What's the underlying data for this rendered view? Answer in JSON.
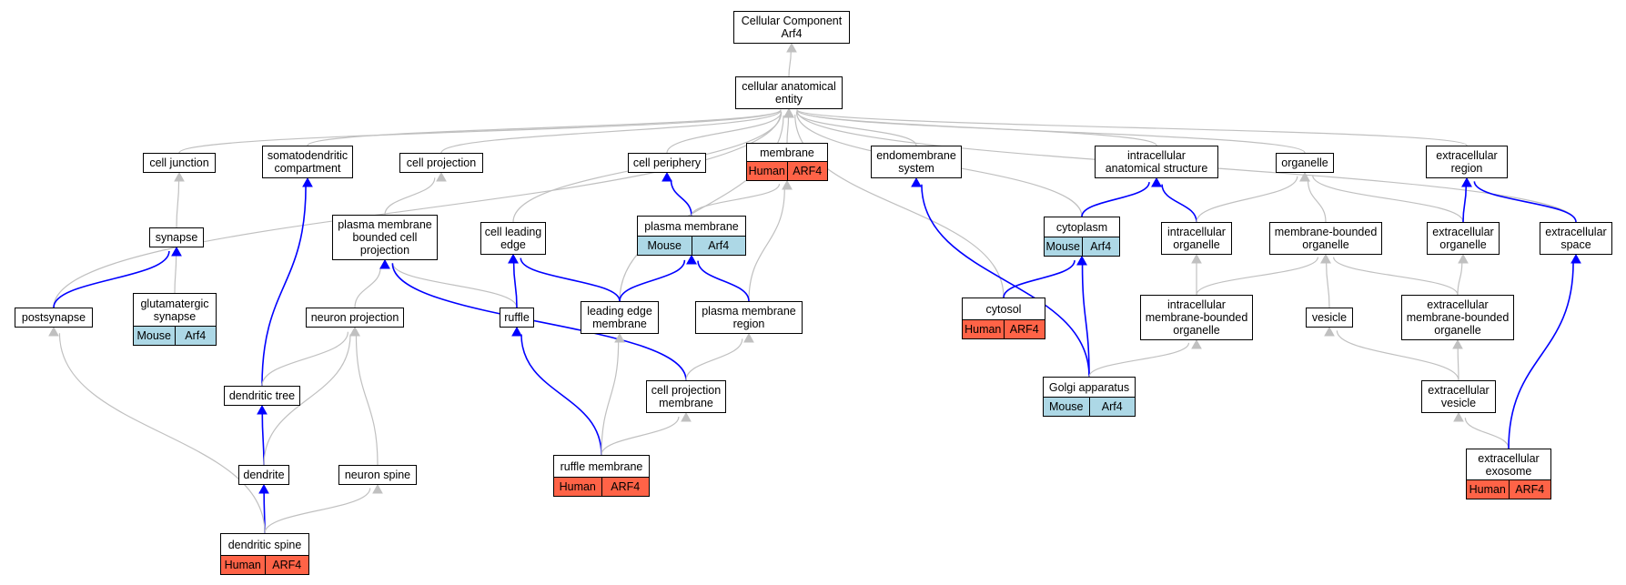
{
  "colors": {
    "human": "#FF6347",
    "mouse": "#ADD8E6",
    "edge_gray": "#C0C0C0",
    "edge_blue": "#0000FF"
  },
  "nodes": [
    {
      "id": "root",
      "label": "Cellular Component\nArf4"
    },
    {
      "id": "cae",
      "label": "cellular anatomical\nentity"
    },
    {
      "id": "cell_junction",
      "label": "cell junction"
    },
    {
      "id": "somatodendritic",
      "label": "somatodendritic\ncompartment"
    },
    {
      "id": "cell_projection",
      "label": "cell projection"
    },
    {
      "id": "cell_periphery",
      "label": "cell periphery"
    },
    {
      "id": "membrane",
      "label": "membrane",
      "badges": [
        {
          "species": "human",
          "text": "Human"
        },
        {
          "species": "human",
          "text": "ARF4"
        }
      ]
    },
    {
      "id": "endomembrane",
      "label": "endomembrane\nsystem"
    },
    {
      "id": "intracellular_struct",
      "label": "intracellular\nanatomical structure"
    },
    {
      "id": "organelle",
      "label": "organelle"
    },
    {
      "id": "extracellular_region",
      "label": "extracellular\nregion"
    },
    {
      "id": "synapse",
      "label": "synapse"
    },
    {
      "id": "pmbcp",
      "label": "plasma membrane\nbounded cell\nprojection"
    },
    {
      "id": "leading_edge",
      "label": "cell leading\nedge"
    },
    {
      "id": "plasma_membrane",
      "label": "plasma membrane",
      "badges": [
        {
          "species": "mouse",
          "text": "Mouse"
        },
        {
          "species": "mouse",
          "text": "Arf4"
        }
      ]
    },
    {
      "id": "cytoplasm",
      "label": "cytoplasm",
      "badges": [
        {
          "species": "mouse",
          "text": "Mouse"
        },
        {
          "species": "mouse",
          "text": "Arf4"
        }
      ]
    },
    {
      "id": "intracellular_organelle",
      "label": "intracellular\norganelle"
    },
    {
      "id": "mb_organelle",
      "label": "membrane-bounded\norganelle"
    },
    {
      "id": "ec_organelle",
      "label": "extracellular\norganelle"
    },
    {
      "id": "ec_space",
      "label": "extracellular\nspace"
    },
    {
      "id": "postsynapse",
      "label": "postsynapse"
    },
    {
      "id": "glut_synapse",
      "label": "glutamatergic\nsynapse",
      "badges": [
        {
          "species": "mouse",
          "text": "Mouse"
        },
        {
          "species": "mouse",
          "text": "Arf4"
        }
      ]
    },
    {
      "id": "neuron_projection",
      "label": "neuron projection"
    },
    {
      "id": "ruffle",
      "label": "ruffle"
    },
    {
      "id": "le_membrane",
      "label": "leading edge\nmembrane"
    },
    {
      "id": "pm_region",
      "label": "plasma membrane\nregion"
    },
    {
      "id": "cytosol",
      "label": "cytosol",
      "badges": [
        {
          "species": "human",
          "text": "Human"
        },
        {
          "species": "human",
          "text": "ARF4"
        }
      ]
    },
    {
      "id": "ic_mb_organelle",
      "label": "intracellular\nmembrane-bounded\norganelle"
    },
    {
      "id": "vesicle",
      "label": "vesicle"
    },
    {
      "id": "ec_mb_organelle",
      "label": "extracellular\nmembrane-bounded\norganelle"
    },
    {
      "id": "dendritic_tree",
      "label": "dendritic tree"
    },
    {
      "id": "cp_membrane",
      "label": "cell projection\nmembrane"
    },
    {
      "id": "golgi",
      "label": "Golgi apparatus",
      "badges": [
        {
          "species": "mouse",
          "text": "Mouse"
        },
        {
          "species": "mouse",
          "text": "Arf4"
        }
      ]
    },
    {
      "id": "ec_vesicle",
      "label": "extracellular\nvesicle"
    },
    {
      "id": "dendrite",
      "label": "dendrite"
    },
    {
      "id": "neuron_spine",
      "label": "neuron spine"
    },
    {
      "id": "ruffle_membrane",
      "label": "ruffle membrane",
      "badges": [
        {
          "species": "human",
          "text": "Human"
        },
        {
          "species": "human",
          "text": "ARF4"
        }
      ]
    },
    {
      "id": "ec_exosome",
      "label": "extracellular\nexosome",
      "badges": [
        {
          "species": "human",
          "text": "Human"
        },
        {
          "species": "human",
          "text": "ARF4"
        }
      ]
    },
    {
      "id": "dendritic_spine",
      "label": "dendritic spine",
      "badges": [
        {
          "species": "human",
          "text": "Human"
        },
        {
          "species": "human",
          "text": "ARF4"
        }
      ]
    }
  ],
  "edges": [
    {
      "from": "cae",
      "to": "root",
      "color": "gray"
    },
    {
      "from": "cell_junction",
      "to": "cae",
      "color": "gray"
    },
    {
      "from": "somatodendritic",
      "to": "cae",
      "color": "gray"
    },
    {
      "from": "cell_projection",
      "to": "cae",
      "color": "gray"
    },
    {
      "from": "cell_periphery",
      "to": "cae",
      "color": "gray"
    },
    {
      "from": "membrane",
      "to": "cae",
      "color": "gray"
    },
    {
      "from": "endomembrane",
      "to": "cae",
      "color": "gray"
    },
    {
      "from": "intracellular_struct",
      "to": "cae",
      "color": "gray"
    },
    {
      "from": "organelle",
      "to": "cae",
      "color": "gray"
    },
    {
      "from": "extracellular_region",
      "to": "cae",
      "color": "gray"
    },
    {
      "from": "postsynapse",
      "to": "cae",
      "color": "gray"
    },
    {
      "from": "leading_edge",
      "to": "cae",
      "color": "gray"
    },
    {
      "from": "le_membrane",
      "to": "cae",
      "color": "gray"
    },
    {
      "from": "cytosol",
      "to": "cae",
      "color": "gray"
    },
    {
      "from": "cytoplasm",
      "to": "cae",
      "color": "gray"
    },
    {
      "from": "ec_space",
      "to": "cae",
      "color": "gray"
    },
    {
      "from": "synapse",
      "to": "cell_junction",
      "color": "gray"
    },
    {
      "from": "glut_synapse",
      "to": "synapse",
      "color": "gray"
    },
    {
      "from": "postsynapse",
      "to": "synapse",
      "color": "blue"
    },
    {
      "from": "pmbcp",
      "to": "cell_projection",
      "color": "gray"
    },
    {
      "from": "plasma_membrane",
      "to": "cell_periphery",
      "color": "blue"
    },
    {
      "from": "plasma_membrane",
      "to": "membrane",
      "color": "gray"
    },
    {
      "from": "pm_region",
      "to": "membrane",
      "color": "gray"
    },
    {
      "from": "cytoplasm",
      "to": "intracellular_struct",
      "color": "blue"
    },
    {
      "from": "intracellular_organelle",
      "to": "intracellular_struct",
      "color": "blue"
    },
    {
      "from": "intracellular_organelle",
      "to": "organelle",
      "color": "gray"
    },
    {
      "from": "mb_organelle",
      "to": "organelle",
      "color": "gray"
    },
    {
      "from": "ec_organelle",
      "to": "organelle",
      "color": "gray"
    },
    {
      "from": "ec_organelle",
      "to": "extracellular_region",
      "color": "blue"
    },
    {
      "from": "ec_space",
      "to": "extracellular_region",
      "color": "blue"
    },
    {
      "from": "neuron_projection",
      "to": "pmbcp",
      "color": "gray"
    },
    {
      "from": "ruffle",
      "to": "pmbcp",
      "color": "gray"
    },
    {
      "from": "cp_membrane",
      "to": "pmbcp",
      "color": "blue"
    },
    {
      "from": "ruffle",
      "to": "leading_edge",
      "color": "blue"
    },
    {
      "from": "le_membrane",
      "to": "leading_edge",
      "color": "blue"
    },
    {
      "from": "le_membrane",
      "to": "plasma_membrane",
      "color": "blue"
    },
    {
      "from": "pm_region",
      "to": "plasma_membrane",
      "color": "blue"
    },
    {
      "from": "cytosol",
      "to": "cytoplasm",
      "color": "blue"
    },
    {
      "from": "golgi",
      "to": "cytoplasm",
      "color": "blue"
    },
    {
      "from": "golgi",
      "to": "endomembrane",
      "color": "blue"
    },
    {
      "from": "golgi",
      "to": "ic_mb_organelle",
      "color": "gray"
    },
    {
      "from": "ic_mb_organelle",
      "to": "intracellular_organelle",
      "color": "gray"
    },
    {
      "from": "ic_mb_organelle",
      "to": "mb_organelle",
      "color": "gray"
    },
    {
      "from": "vesicle",
      "to": "mb_organelle",
      "color": "gray"
    },
    {
      "from": "ec_mb_organelle",
      "to": "mb_organelle",
      "color": "gray"
    },
    {
      "from": "ec_mb_organelle",
      "to": "ec_organelle",
      "color": "gray"
    },
    {
      "from": "ec_vesicle",
      "to": "vesicle",
      "color": "gray"
    },
    {
      "from": "ec_vesicle",
      "to": "ec_mb_organelle",
      "color": "gray"
    },
    {
      "from": "ec_exosome",
      "to": "ec_vesicle",
      "color": "gray"
    },
    {
      "from": "ec_exosome",
      "to": "ec_space",
      "color": "blue"
    },
    {
      "from": "dendritic_tree",
      "to": "somatodendritic",
      "color": "blue"
    },
    {
      "from": "dendritic_tree",
      "to": "neuron_projection",
      "color": "gray"
    },
    {
      "from": "dendrite",
      "to": "dendritic_tree",
      "color": "blue"
    },
    {
      "from": "dendrite",
      "to": "neuron_projection",
      "color": "gray"
    },
    {
      "from": "neuron_spine",
      "to": "neuron_projection",
      "color": "gray"
    },
    {
      "from": "dendritic_spine",
      "to": "dendrite",
      "color": "blue"
    },
    {
      "from": "dendritic_spine",
      "to": "neuron_spine",
      "color": "gray"
    },
    {
      "from": "dendritic_spine",
      "to": "postsynapse",
      "color": "gray"
    },
    {
      "from": "ruffle_membrane",
      "to": "ruffle",
      "color": "blue"
    },
    {
      "from": "ruffle_membrane",
      "to": "cp_membrane",
      "color": "gray"
    },
    {
      "from": "ruffle_membrane",
      "to": "le_membrane",
      "color": "gray"
    },
    {
      "from": "cp_membrane",
      "to": "pm_region",
      "color": "gray"
    }
  ]
}
